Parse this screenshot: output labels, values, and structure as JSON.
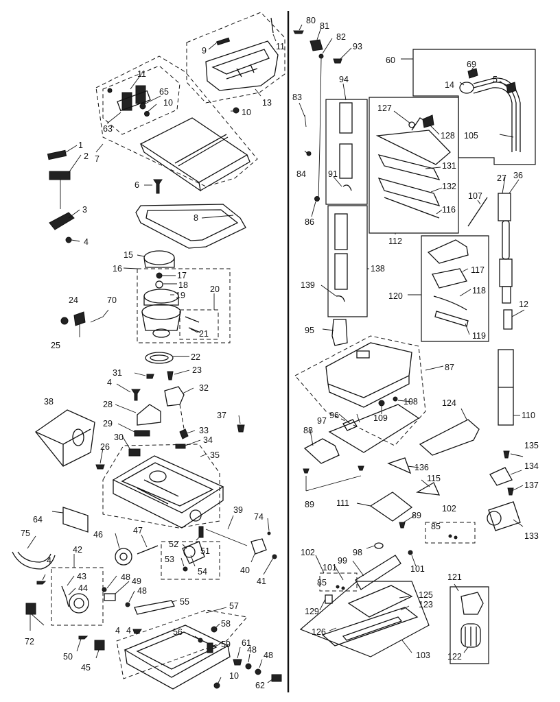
{
  "diagram": {
    "callouts": {
      "c1": "1",
      "c2": "2",
      "c3": "3",
      "c4a": "4",
      "c4b": "4",
      "c4c": "4",
      "c4d": "4",
      "c4e": "4",
      "c5": "5",
      "c6": "6",
      "c7": "7",
      "c8": "8",
      "c9": "9",
      "c10a": "10",
      "c10b": "10",
      "c10c": "10",
      "c11a": "11",
      "c11b": "11",
      "c12": "12",
      "c13": "13",
      "c14": "14",
      "c15": "15",
      "c16": "16",
      "c17": "17",
      "c18": "18",
      "c19": "19",
      "c20": "20",
      "c21": "21",
      "c22": "22",
      "c23": "23",
      "c24": "24",
      "c25": "25",
      "c26": "26",
      "c27": "27",
      "c28": "28",
      "c29": "29",
      "c30": "30",
      "c31": "31",
      "c32": "32",
      "c33": "33",
      "c34": "34",
      "c35": "35",
      "c36": "36",
      "c37": "37",
      "c38": "38",
      "c39": "39",
      "c40": "40",
      "c41": "41",
      "c42": "42",
      "c43": "43",
      "c44": "44",
      "c45": "45",
      "c46": "46",
      "c47": "47",
      "c48a": "48",
      "c48b": "48",
      "c48c": "48",
      "c48d": "48",
      "c49": "49",
      "c50": "50",
      "c51": "51",
      "c52": "52",
      "c53": "53",
      "c54": "54",
      "c55": "55",
      "c56": "56",
      "c57": "57",
      "c58": "58",
      "c59": "59",
      "c60": "60",
      "c61": "61",
      "c62": "62",
      "c63": "63",
      "c64": "64",
      "c65": "65",
      "c69": "69",
      "c70": "70",
      "c72": "72",
      "c74": "74",
      "c75": "75",
      "c80": "80",
      "c81": "81",
      "c82": "82",
      "c83": "83",
      "c84": "84",
      "c85a": "85",
      "c85b": "85",
      "c86": "86",
      "c87": "87",
      "c88": "88",
      "c89a": "89",
      "c89b": "89",
      "c91": "91",
      "c93": "93",
      "c94": "94",
      "c95": "95",
      "c96": "96",
      "c97": "97",
      "c98": "98",
      "c99": "99",
      "c101a": "101",
      "c101b": "101",
      "c102a": "102",
      "c102b": "102",
      "c103": "103",
      "c105": "105",
      "c107": "107",
      "c108": "108",
      "c109": "109",
      "c110": "110",
      "c111": "111",
      "c112": "112",
      "c115": "115",
      "c116": "116",
      "c117": "117",
      "c118": "118",
      "c119": "119",
      "c120": "120",
      "c121": "121",
      "c122": "122",
      "c123": "123",
      "c124": "124",
      "c125": "125",
      "c126": "126",
      "c127": "127",
      "c128": "128",
      "c129": "129",
      "c131": "131",
      "c132": "132",
      "c133": "133",
      "c134": "134",
      "c135": "135",
      "c136": "136",
      "c137": "137",
      "c138": "138",
      "c139": "139"
    }
  }
}
